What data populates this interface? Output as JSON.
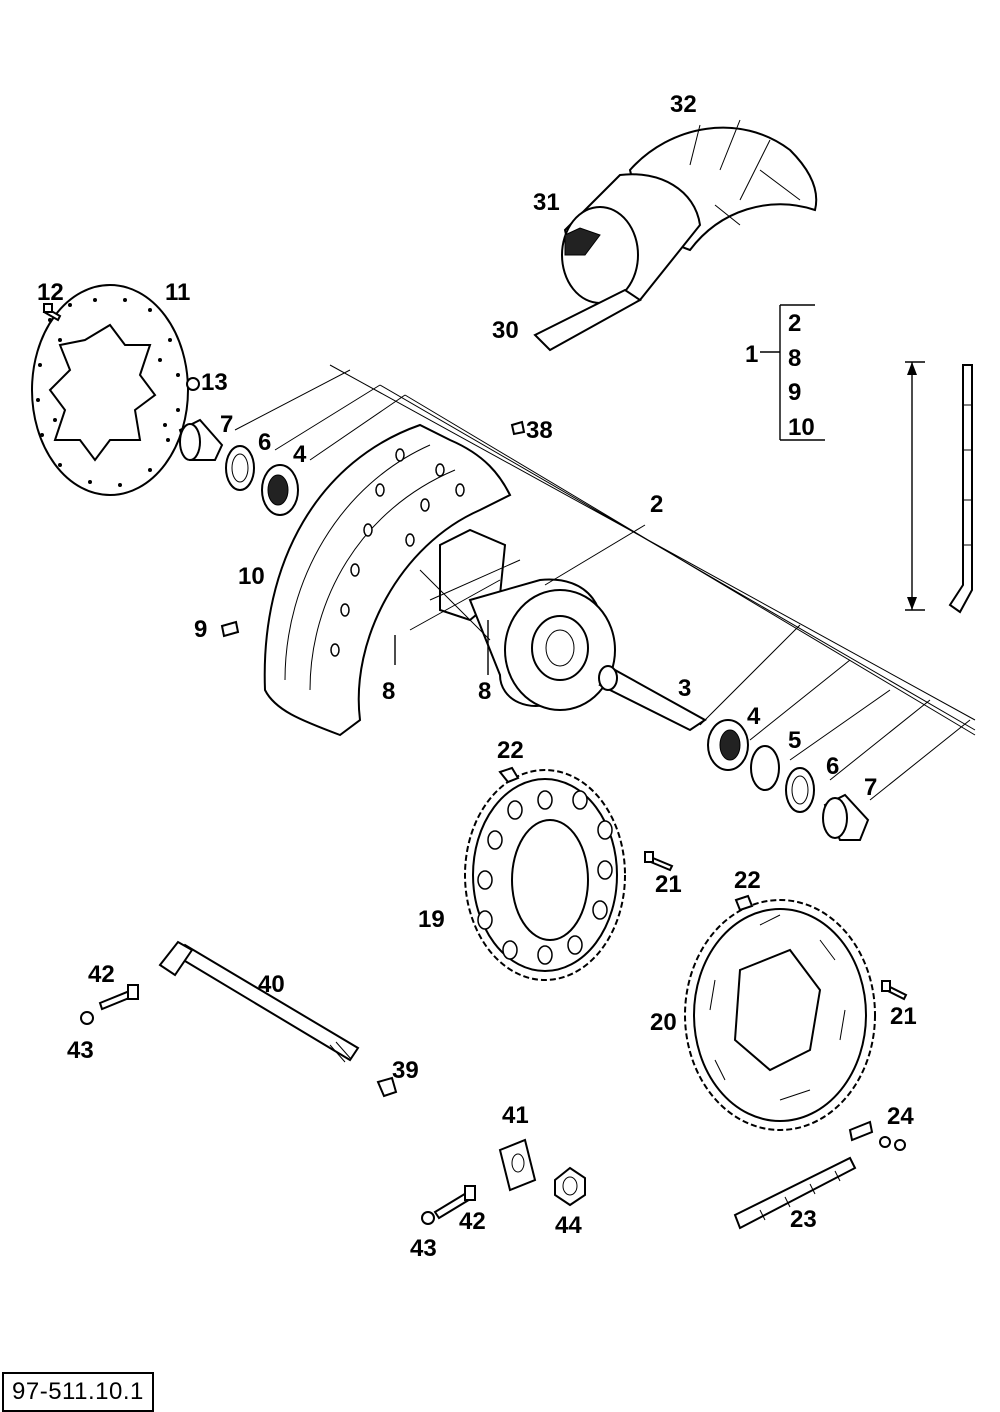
{
  "document_code": "97-511.10.1",
  "kit": {
    "label": "1",
    "contents": [
      "2",
      "8",
      "9",
      "10"
    ]
  },
  "labels": {
    "p32": "32",
    "p31": "31",
    "p30": "30",
    "p12": "12",
    "p11": "11",
    "p13": "13",
    "p7a": "7",
    "p6a": "6",
    "p4a": "4",
    "p38": "38",
    "p2": "2",
    "p10": "10",
    "p9": "9",
    "p8a": "8",
    "p8b": "8",
    "p3": "3",
    "p4b": "4",
    "p5": "5",
    "p6b": "6",
    "p7b": "7",
    "p22a": "22",
    "p21a": "21",
    "p19": "19",
    "p22b": "22",
    "p20": "20",
    "p21b": "21",
    "p42a": "42",
    "p40": "40",
    "p43a": "43",
    "p39": "39",
    "p41": "41",
    "p24": "24",
    "p42b": "42",
    "p44": "44",
    "p43b": "43",
    "p23": "23"
  }
}
